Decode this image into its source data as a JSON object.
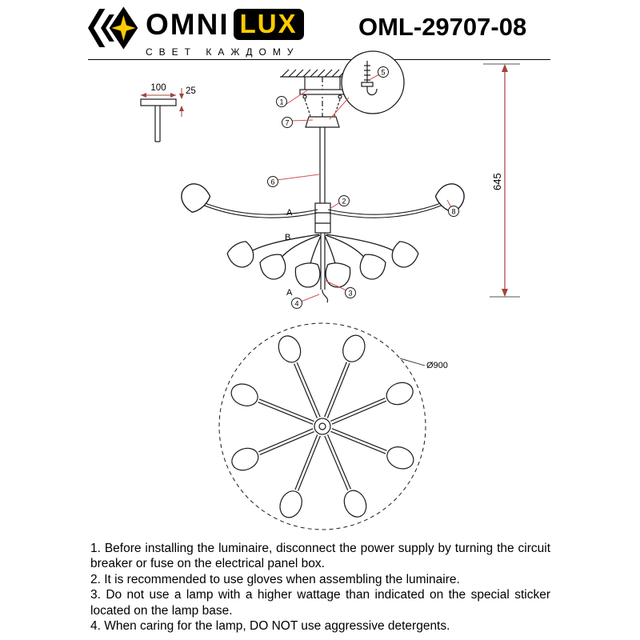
{
  "header": {
    "brand_omni": "OMNI",
    "brand_lux": "LUX",
    "tagline": "СВЕТ КАЖДОМУ",
    "model": "OML-29707-08"
  },
  "diagram": {
    "dims": {
      "mount_width": "100",
      "mount_thickness": "25",
      "overall_height": "645",
      "diameter": "Ø900"
    },
    "tier_labels": {
      "top": "A",
      "middle": "B",
      "bottom": "A"
    },
    "callouts": {
      "c1": "1",
      "c2": "2",
      "c3": "3",
      "c4": "4",
      "c5": "5",
      "c6": "6",
      "c7": "7",
      "c8": "8"
    }
  },
  "instructions": [
    "1. Before installing the luminaire, disconnect the power supply by turning the circuit breaker or fuse on the electrical panel box.",
    "2. It is recommended to use gloves when assembling the luminaire.",
    "3. Do not use a lamp with a higher wattage than indicated on the special sticker located on the lamp base.",
    "4. When caring for the lamp, DO NOT use aggressive detergents."
  ]
}
